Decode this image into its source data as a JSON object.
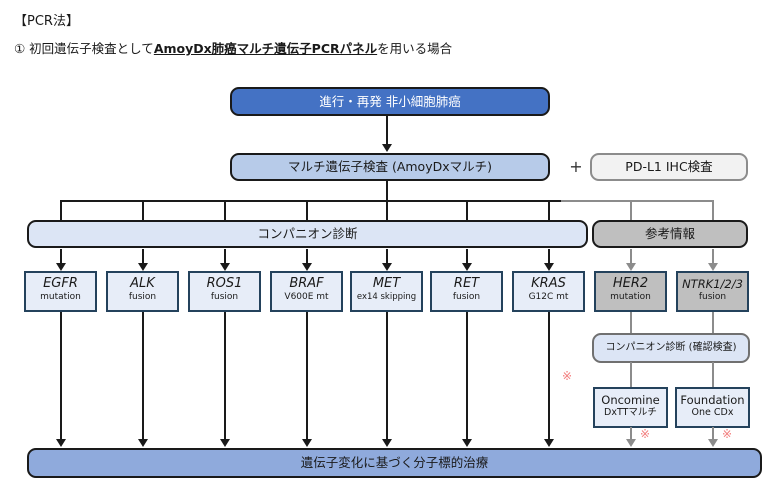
{
  "header": {
    "method_tag": "【PCR法】",
    "case_prefix": "① 初回遺伝子検査として",
    "case_emphasis": "AmoyDx肺癌マルチ遺伝子PCRパネル",
    "case_suffix": "を用いる場合"
  },
  "flow": {
    "disease": "進行・再発 非小細胞肺癌",
    "multi_gene_test": "マルチ遺伝子検査 (AmoyDxマルチ)",
    "plus": "+",
    "pdl1_test": "PD-L1 IHC検査",
    "companion_dx": "コンパニオン診断",
    "reference_info": "参考情報",
    "confirm_dx": "コンパニオン診断 (確認検査)",
    "therapy": "遺伝子変化に基づく分子標的治療",
    "note_mark": "※"
  },
  "genes": [
    {
      "name": "EGFR",
      "sub": "mutation",
      "group": "companion"
    },
    {
      "name": "ALK",
      "sub": "fusion",
      "group": "companion"
    },
    {
      "name": "ROS1",
      "sub": "fusion",
      "group": "companion"
    },
    {
      "name": "BRAF",
      "sub": "V600E mt",
      "group": "companion"
    },
    {
      "name": "MET",
      "sub": "ex14 skipping",
      "group": "companion"
    },
    {
      "name": "RET",
      "sub": "fusion",
      "group": "companion"
    },
    {
      "name": "KRAS",
      "sub": "G12C mt",
      "group": "companion"
    },
    {
      "name": "HER2",
      "sub": "mutation",
      "group": "reference"
    },
    {
      "name": "NTRK1/2/3",
      "sub": "fusion",
      "group": "reference"
    }
  ],
  "confirm_tests": [
    {
      "line1": "Oncomine",
      "line2": "DxTTマルチ"
    },
    {
      "line1": "Foundation",
      "line2": "One CDx"
    }
  ],
  "colors": {
    "dark_blue": "#4472C4",
    "steel_blue": "#B7CBE9",
    "pale_blue": "#DCE5F5",
    "gene_fill": "#E7EDF8",
    "medium_blue": "#8FAADC",
    "gray_fill": "#BFBFBF",
    "pdl1_fill": "#F2F2F2",
    "gene_border": "#24425C",
    "line_gray": "#8C8C8C",
    "note_red": "#F27D7D"
  }
}
